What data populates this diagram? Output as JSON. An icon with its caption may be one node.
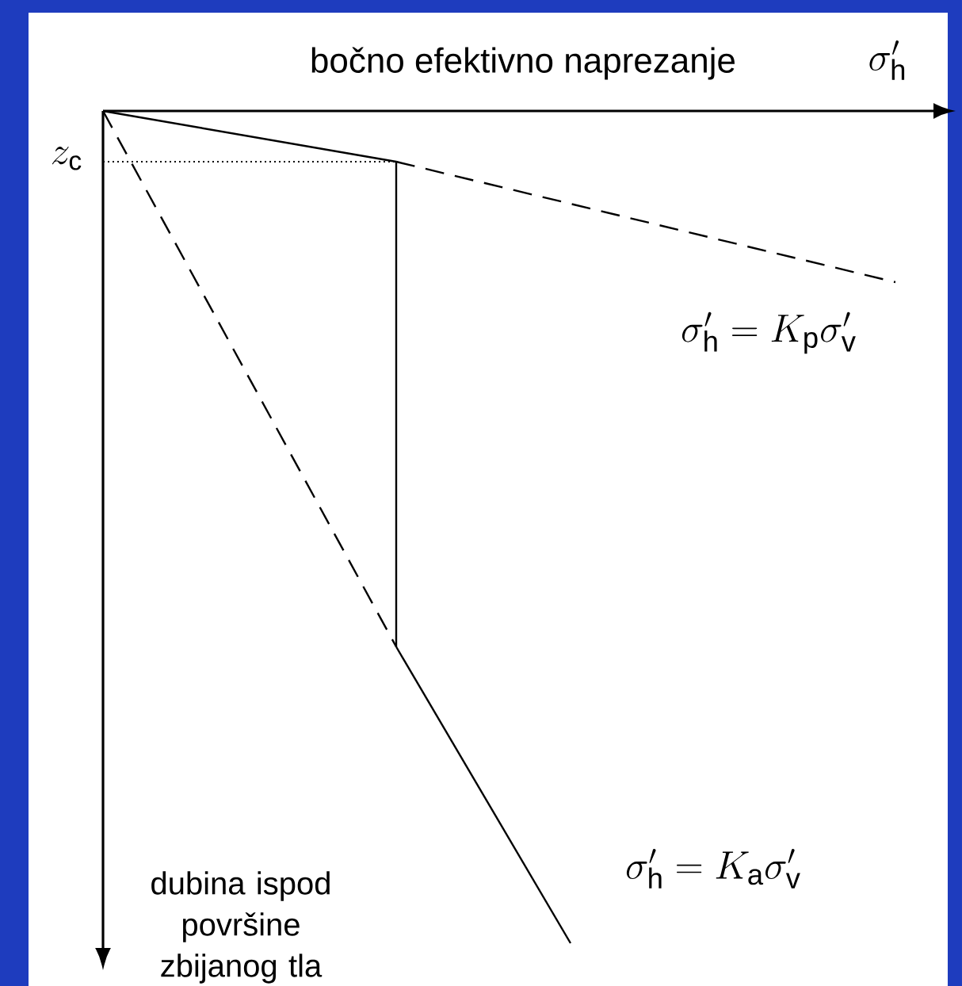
{
  "diagram": {
    "labels": [
      "bočno efektivno naprezanje",
      "\\sigma'_{\\mathrm{h}}",
      "z_{\\mathrm{c}}",
      "\\sigma'_{\\mathrm{h}} = K_{\\mathrm{p}}\\sigma'_{\\mathrm{v}}",
      "\\sigma'_{\\mathrm{h}} = K_{\\mathrm{a}}\\sigma'_{\\mathrm{v}}",
      "dubina ispod površine zbijanog tla"
    ]
  }
}
